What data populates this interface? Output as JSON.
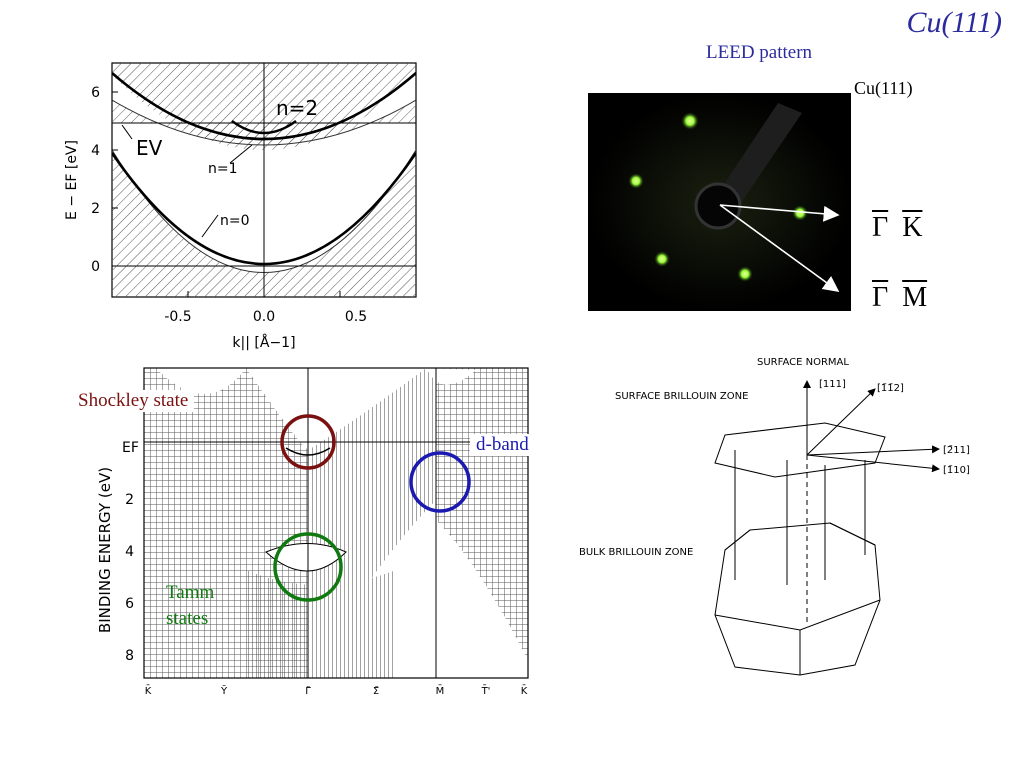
{
  "slide_title": "Cu(111)",
  "leed": {
    "caption": "LEED pattern",
    "sample_label": "Cu(111)",
    "gamma_k": "Γ K",
    "gamma_k_parts": [
      "Γ",
      "K"
    ],
    "gamma_m_parts": [
      "Γ",
      "M"
    ]
  },
  "image_potential_plot": {
    "ylabel": "E − EF [eV]",
    "xlabel": "k|| [Å−1]",
    "ev_label": "EV",
    "state_labels": [
      "n=2",
      "n=1",
      "n=0"
    ],
    "xticks": [
      "-0.5",
      "0.0",
      "0.5"
    ],
    "yticks": [
      "0",
      "2",
      "4",
      "6"
    ]
  },
  "band_structure": {
    "ylabel": "BINDING ENERGY (eV)",
    "ef_label": "EF",
    "yticks": [
      "2",
      "4",
      "6",
      "8"
    ],
    "xticks": [
      "K̄",
      "Ȳ",
      "Γ̄",
      "Σ̄",
      "M̄",
      "T̄'",
      "K̄"
    ],
    "annotations": {
      "shockley": "Shockley state",
      "d_band": "d-band",
      "tamm_line1": "Tamm",
      "tamm_line2": "states"
    }
  },
  "brillouin": {
    "surface_normal": "SURFACE NORMAL",
    "surface_zone": "SURFACE BRILLOUIN ZONE",
    "bulk_zone": "BULK BRILLOUIN ZONE",
    "dir_111": "[111]",
    "dir_112": "[1̄1̄2]",
    "dir_211": "[2̄11]",
    "dir_110": "[1̄10]"
  },
  "colors": {
    "title": "#2b2b9e",
    "shockley": "#7a1010",
    "d_band": "#1a1ab0",
    "tamm": "#107a10",
    "leed_spot": "#9bff3a"
  }
}
